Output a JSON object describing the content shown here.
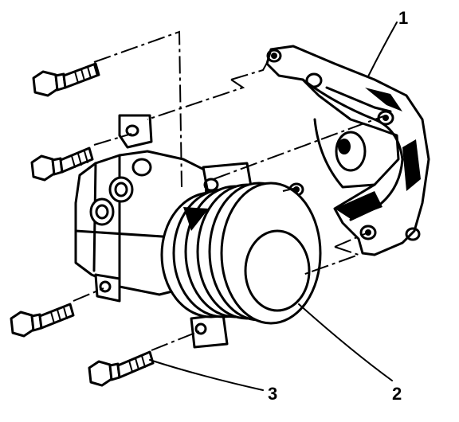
{
  "callouts": [
    {
      "id": "1",
      "label": "1"
    },
    {
      "id": "2",
      "label": "2"
    },
    {
      "id": "3",
      "label": "3"
    }
  ],
  "icons": {
    "bolt": "bolt-icon",
    "compressor": "compressor-icon",
    "bracket": "mounting-bracket-icon"
  }
}
